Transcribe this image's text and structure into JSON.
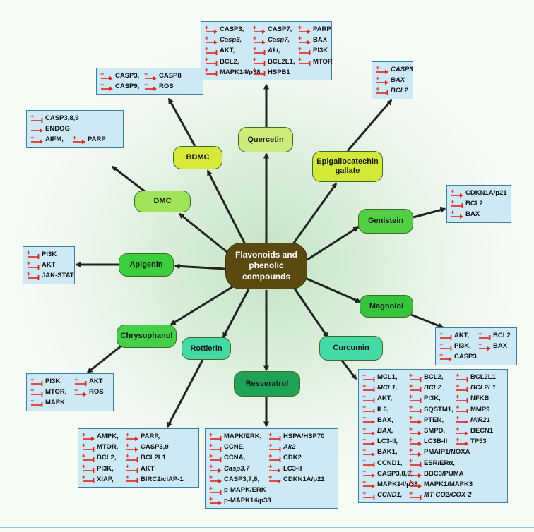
{
  "center": {
    "label": "Flavonoids and phenolic compounds"
  },
  "compounds": [
    {
      "key": "quercetin",
      "label": "Quercetin",
      "color": "#cdea7c"
    },
    {
      "key": "egcg",
      "label": "Epigallocatechin gallate",
      "color": "#d4e83a"
    },
    {
      "key": "bdmc",
      "label": "BDMC",
      "color": "#d8e83a"
    },
    {
      "key": "dmc",
      "label": "DMC",
      "color": "#9ee35a"
    },
    {
      "key": "genistein",
      "label": "Genistein",
      "color": "#52cf45"
    },
    {
      "key": "apigenin",
      "label": "Apigenin",
      "color": "#3ccf3c"
    },
    {
      "key": "magnolol",
      "label": "Magnolol",
      "color": "#35c43c"
    },
    {
      "key": "chrysophanol",
      "label": "Chrysophanol",
      "color": "#45d04a"
    },
    {
      "key": "rottlerin",
      "label": "Rottlerin",
      "color": "#44d9a6"
    },
    {
      "key": "curcumin",
      "label": "Curcumin",
      "color": "#44d9a6"
    },
    {
      "key": "resveratrol",
      "label": "Resveratrol",
      "color": "#1fa358"
    }
  ],
  "legend_symbols": {
    "up": "increase-arrow",
    "down": "decrease-bar"
  },
  "boxes": {
    "quercetin": [
      [
        [
          "up",
          "CASP3,",
          false
        ],
        [
          "up",
          "CASP7,",
          false
        ],
        [
          "up",
          "PARP",
          false
        ]
      ],
      [
        [
          "up",
          "Casp3,",
          true
        ],
        [
          "up",
          "Casp7,",
          true
        ],
        [
          "up",
          "BAX",
          false
        ]
      ],
      [
        [
          "down",
          "AKT,",
          false
        ],
        [
          "down",
          "Akt,",
          true
        ],
        [
          "down",
          "PI3K",
          false
        ]
      ],
      [
        [
          "down",
          "BCL2,",
          false
        ],
        [
          "down",
          "BCL2L1,",
          false
        ],
        [
          "down",
          "MTOR",
          false
        ]
      ],
      [
        [
          "down",
          "MAPK14/p38,",
          false
        ],
        [
          "down",
          "HSPB1",
          false
        ]
      ]
    ],
    "egcg": [
      [
        [
          "up",
          "CASP3",
          true
        ]
      ],
      [
        [
          "up",
          "BAX",
          true
        ]
      ],
      [
        [
          "down",
          "BCL2",
          true
        ]
      ]
    ],
    "bdmc": [
      [
        [
          "up",
          "CASP3,",
          false
        ],
        [
          "up",
          "CASP8",
          false
        ]
      ],
      [
        [
          "up",
          "CASP9,",
          false
        ],
        [
          "up",
          "ROS",
          false
        ]
      ]
    ],
    "dmc": [
      [
        [
          "down",
          "CASP3,8,9",
          false
        ]
      ],
      [
        [
          "plain",
          "ENDOG",
          false
        ]
      ],
      [
        [
          "up",
          "AIFM,",
          false
        ],
        [
          "up",
          "PARP",
          false
        ]
      ]
    ],
    "genistein": [
      [
        [
          "up",
          "CDKN1A/p21",
          false
        ]
      ],
      [
        [
          "down",
          "BCL2",
          false
        ]
      ],
      [
        [
          "up",
          "BAX",
          false
        ]
      ]
    ],
    "apigenin": [
      [
        [
          "down",
          "PI3K",
          false
        ]
      ],
      [
        [
          "down",
          "AKT",
          false
        ]
      ],
      [
        [
          "down",
          "JAK-STAT",
          false
        ]
      ]
    ],
    "magnolol": [
      [
        [
          "down",
          "AKT,",
          false
        ],
        [
          "down",
          "BCL2",
          false
        ]
      ],
      [
        [
          "down",
          "PI3K,",
          false
        ],
        [
          "up",
          "BAX",
          false
        ]
      ],
      [
        [
          "up",
          "CASP3",
          false
        ]
      ]
    ],
    "chrysophanol": [
      [
        [
          "down",
          "PI3K,",
          false
        ],
        [
          "down",
          "AKT",
          false
        ]
      ],
      [
        [
          "down",
          "MTOR,",
          false
        ],
        [
          "up",
          "ROS",
          false
        ]
      ],
      [
        [
          "down",
          "MAPK",
          false
        ]
      ]
    ],
    "rottlerin": [
      [
        [
          "up",
          "AMPK,",
          false
        ],
        [
          "up",
          "PARP,",
          false
        ]
      ],
      [
        [
          "down",
          "MTOR,",
          false
        ],
        [
          "up",
          "CASP3,9",
          false
        ]
      ],
      [
        [
          "down",
          "BCL2,",
          false
        ],
        [
          "down",
          "BCL2L1",
          false
        ]
      ],
      [
        [
          "down",
          "PI3K,",
          false
        ],
        [
          "down",
          "AKT",
          false
        ]
      ],
      [
        [
          "down",
          "XIAP,",
          false
        ],
        [
          "down",
          "BIRC2/cIAP-1",
          false
        ]
      ]
    ],
    "resveratrol": [
      [
        [
          "down",
          "MAPK/ERK,",
          false
        ],
        [
          "down",
          "HSPA/HSP70",
          false
        ]
      ],
      [
        [
          "down",
          "CCNE,",
          false
        ],
        [
          "down",
          "Ak2",
          true
        ]
      ],
      [
        [
          "down",
          "CCNA,",
          false
        ],
        [
          "down",
          "CDK2",
          false
        ]
      ],
      [
        [
          "up",
          "Casp3,7",
          true
        ],
        [
          "up",
          "LC3-II",
          false
        ]
      ],
      [
        [
          "up",
          "CASP3,7,8,",
          false
        ],
        [
          "up",
          "CDKN1A/p21",
          false
        ]
      ],
      [
        [
          "down",
          "p-MAPK/ERK",
          false
        ]
      ],
      [
        [
          "up",
          "p-MAPK14/p38",
          false
        ]
      ]
    ],
    "curcumin": [
      [
        [
          "down",
          "MCL1,",
          false
        ],
        [
          "down",
          "BCL2,",
          false
        ],
        [
          "down",
          "BCL2L1",
          false
        ]
      ],
      [
        [
          "down",
          "MCL1,",
          true
        ],
        [
          "down",
          "BCL2 ,",
          true
        ],
        [
          "down",
          "BCL2L1",
          true
        ]
      ],
      [
        [
          "down",
          "AKT,",
          false
        ],
        [
          "down",
          "PI3K,",
          false
        ],
        [
          "down",
          "NFKB",
          false
        ]
      ],
      [
        [
          "down",
          "IL6,",
          false
        ],
        [
          "down",
          "SQSTM1,",
          false
        ],
        [
          "down",
          "MMP9",
          false
        ]
      ],
      [
        [
          "up",
          "BAX,",
          false
        ],
        [
          "up",
          "PTEN,",
          false
        ],
        [
          "up",
          "MIR21",
          true
        ]
      ],
      [
        [
          "up",
          "BAX,",
          true
        ],
        [
          "up",
          "SMPD,",
          false
        ],
        [
          "up",
          "BECN1",
          false
        ]
      ],
      [
        [
          "up",
          "LC3-II,",
          false
        ],
        [
          "up",
          "LC3B-II",
          false
        ],
        [
          "up",
          "TP53",
          false
        ]
      ],
      [
        [
          "up",
          "BAK1,",
          false
        ],
        [
          "up",
          "PMAIP1/NOXA",
          false
        ]
      ],
      [
        [
          "down",
          "CCND1,",
          false
        ],
        [
          "down",
          "ESR/ERα,",
          false
        ]
      ],
      [
        [
          "up",
          "CASP3,8,9,",
          false
        ],
        [
          "up",
          "BBC3/PUMA",
          false
        ]
      ],
      [
        [
          "up",
          "MAPK14/p38,",
          false
        ],
        [
          "up",
          "MAPK1/MAPK3",
          false
        ]
      ],
      [
        [
          "down",
          "CCND1,",
          true
        ],
        [
          "down",
          "MT-CO2/COX-2",
          true
        ]
      ]
    ]
  }
}
